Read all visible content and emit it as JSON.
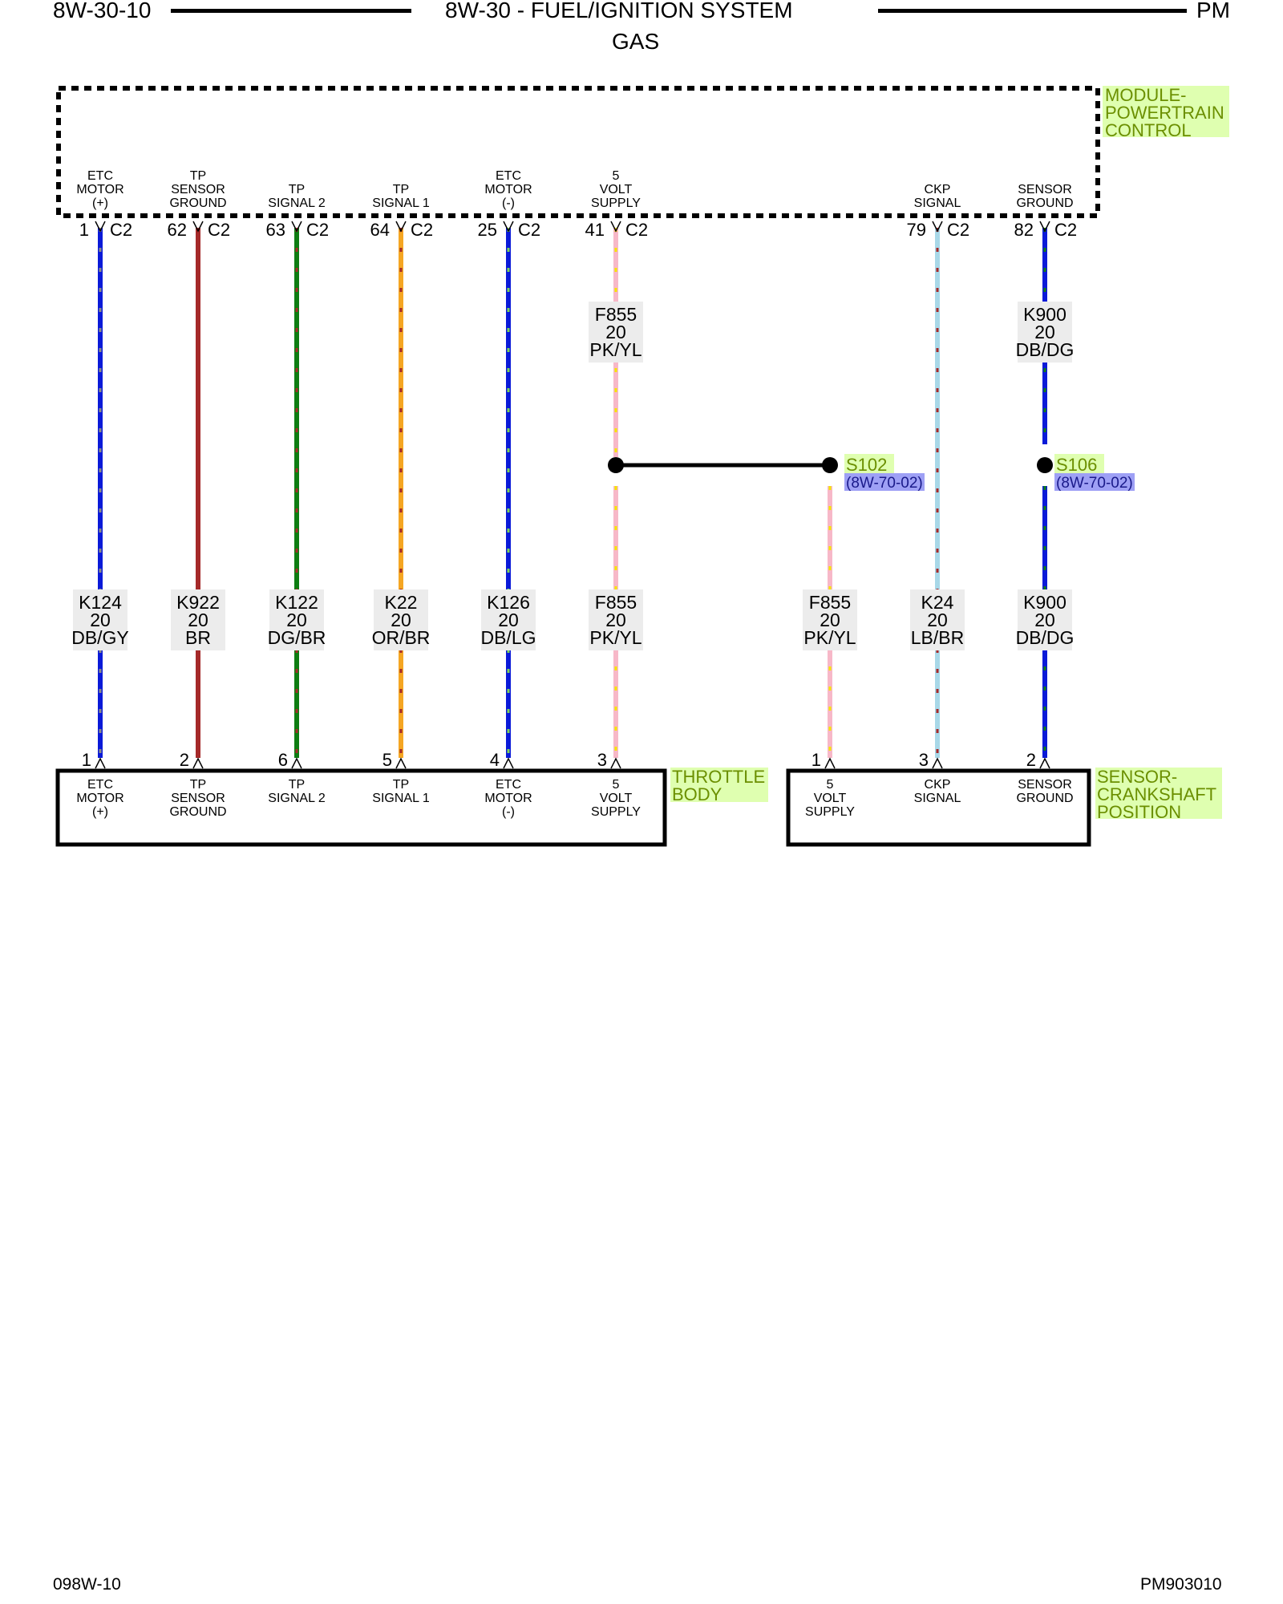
{
  "header": {
    "left": "8W-30-10",
    "title": "8W-30 - FUEL/IGNITION SYSTEM",
    "subtitle": "GAS",
    "right": "PM"
  },
  "footer": {
    "left": "098W-10",
    "right": "PM903010"
  },
  "modules": {
    "pcm": [
      "MODULE-",
      "POWERTRAIN",
      "CONTROL"
    ],
    "throttle": [
      "THROTTLE",
      "BODY"
    ],
    "ckp_sensor": [
      "SENSOR-",
      "CRANKSHAFT",
      "POSITION"
    ]
  },
  "connector": "C2",
  "pcm_pins": [
    {
      "pin": "1",
      "label": [
        "ETC",
        "MOTOR",
        "(+)"
      ]
    },
    {
      "pin": "62",
      "label": [
        "TP",
        "SENSOR",
        "GROUND"
      ]
    },
    {
      "pin": "63",
      "label": [
        "TP",
        "SIGNAL 2"
      ]
    },
    {
      "pin": "64",
      "label": [
        "TP",
        "SIGNAL 1"
      ]
    },
    {
      "pin": "25",
      "label": [
        "ETC",
        "MOTOR",
        "(-)"
      ]
    },
    {
      "pin": "41",
      "label": [
        "5",
        "VOLT",
        "SUPPLY"
      ]
    },
    {
      "pin": "79",
      "label": [
        "CKP",
        "SIGNAL"
      ]
    },
    {
      "pin": "82",
      "label": [
        "SENSOR",
        "GROUND"
      ]
    }
  ],
  "wires_upper": [
    {
      "circuit": "F855",
      "gauge": "20",
      "color": "PK/YL"
    },
    {
      "circuit": "K900",
      "gauge": "20",
      "color": "DB/DG"
    }
  ],
  "wires_lower": [
    {
      "circuit": "K124",
      "gauge": "20",
      "color": "DB/GY"
    },
    {
      "circuit": "K922",
      "gauge": "20",
      "color": "BR"
    },
    {
      "circuit": "K122",
      "gauge": "20",
      "color": "DG/BR"
    },
    {
      "circuit": "K22",
      "gauge": "20",
      "color": "OR/BR"
    },
    {
      "circuit": "K126",
      "gauge": "20",
      "color": "DB/LG"
    },
    {
      "circuit": "F855",
      "gauge": "20",
      "color": "PK/YL"
    },
    {
      "circuit": "F855",
      "gauge": "20",
      "color": "PK/YL"
    },
    {
      "circuit": "K24",
      "gauge": "20",
      "color": "LB/BR"
    },
    {
      "circuit": "K900",
      "gauge": "20",
      "color": "DB/DG"
    }
  ],
  "splices": [
    {
      "id": "S102",
      "ref": "(8W-70-02)"
    },
    {
      "id": "S106",
      "ref": "(8W-70-02)"
    }
  ],
  "throttle_pins": [
    {
      "pin": "1",
      "label": [
        "ETC",
        "MOTOR",
        "(+)"
      ]
    },
    {
      "pin": "2",
      "label": [
        "TP",
        "SENSOR",
        "GROUND"
      ]
    },
    {
      "pin": "6",
      "label": [
        "TP",
        "SIGNAL 2"
      ]
    },
    {
      "pin": "5",
      "label": [
        "TP",
        "SIGNAL 1"
      ]
    },
    {
      "pin": "4",
      "label": [
        "ETC",
        "MOTOR",
        "(-)"
      ]
    },
    {
      "pin": "3",
      "label": [
        "5",
        "VOLT",
        "SUPPLY"
      ]
    }
  ],
  "ckp_pins": [
    {
      "pin": "1",
      "label": [
        "5",
        "VOLT",
        "SUPPLY"
      ]
    },
    {
      "pin": "3",
      "label": [
        "CKP",
        "SIGNAL"
      ]
    },
    {
      "pin": "2",
      "label": [
        "SENSOR",
        "GROUND"
      ]
    }
  ],
  "colors": {
    "db": "#0a1ad8",
    "br": "#a52a2a",
    "dg": "#0e7d12",
    "or": "#f5a623",
    "pk": "#f7b8c8",
    "yl": "#f5e400",
    "lb": "#a8d8e8",
    "gy": "#8a8a8a",
    "lg": "#7fd35a",
    "module_label_bg": "#dfffb0",
    "splice_ref_bg": "#9ea0f5"
  }
}
